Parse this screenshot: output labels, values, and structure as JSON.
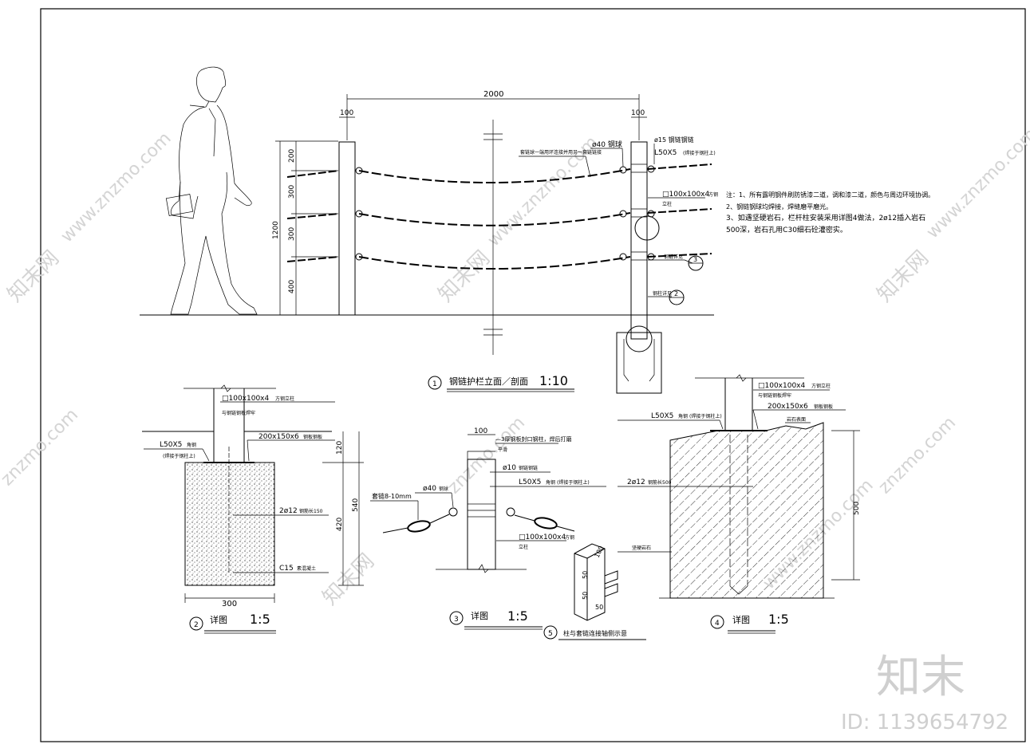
{
  "watermark": {
    "site_cn": "知末网",
    "site_url": "www.znzmo.com",
    "domain": "znzmo.com"
  },
  "brand": {
    "name": "知末",
    "id_text": "ID: 1139654792"
  },
  "elevation": {
    "dim_span": "2000",
    "dim_post_left": "100",
    "dim_post_right": "100",
    "dim_total": "1200",
    "dim_vertical": [
      "200",
      "300",
      "300",
      "400"
    ],
    "label_chain_note": "套链球一端用环连接并用另一套链链接",
    "label_phi40": "ø40 钢球",
    "label_phi15": "ø15 钢链钢链",
    "label_l50": "L50X5",
    "label_l50_note": "(焊接于钢柱上)",
    "label_post": "□100x100x4",
    "label_post_note": "方钢",
    "label_post_note2": "立柱",
    "label_callout3_note": "钢链详见",
    "label_callout2_note": "钢柱详见",
    "callout3": "3",
    "callout2": "2"
  },
  "notes": {
    "line1": "注：1、所有露明钢件刷防锈漆二道，调和漆二道，颜色与周边环境协调。",
    "line2": "2、钢链钢球均焊接，焊缝磨平磨光。",
    "line3": "3、如遇坚硬岩石，栏杆柱安装采用详图4做法，2ø12插入岩石",
    "line4": "500深，岩石孔用C30细石砼灌密实。"
  },
  "title_main": {
    "num": "1",
    "name": "钢链护栏立面／剖面",
    "scale": "1:10"
  },
  "detail2": {
    "num": "2",
    "name": "详图",
    "scale": "1:5",
    "label_post": "□100x100x4",
    "label_post_note": "方钢立柱",
    "label_post_note2": "与钢链钢板焊牢",
    "label_l50": "L50X5",
    "label_l50_note": "角钢",
    "label_l50_note2": "(焊接于钢柱上)",
    "label_plate": "200x150x6",
    "label_plate_note": "钢板钢板",
    "label_bar": "2ø12",
    "label_bar_note": "钢筋长150",
    "label_concrete": "C15",
    "label_concrete_note": "素混凝土",
    "dim_width": "300",
    "dim_top": "120",
    "dim_mid": "420",
    "dim_total": "540"
  },
  "detail3": {
    "num": "3",
    "name": "详图",
    "scale": "1:5",
    "dim_width": "100",
    "label_cap": "—3厚钢板封口钢柱，焊后打磨",
    "label_cap2": "平滑",
    "label_phi10": "ø10",
    "label_phi10_note": "钢链钢链",
    "label_l50": "L50X5",
    "label_l50_note": "角钢",
    "label_l50_note2": "(焊接于钢柱上)",
    "label_phi40": "ø40",
    "label_phi40_note": "钢球",
    "label_chain": "套链8-10mm",
    "label_post": "□100x100x4",
    "label_post_note": "方钢",
    "label_post_note2": "立柱"
  },
  "detail5": {
    "num": "5",
    "name": "柱与套链连接轴侧示意",
    "dim_a": "100",
    "dim_b": "50",
    "dim_c": "50",
    "dim_d": "50"
  },
  "detail4": {
    "num": "4",
    "name": "详图",
    "scale": "1:5",
    "label_post": "□100x100x4",
    "label_post_note": "方钢立柱",
    "label_post_note2": "与钢链钢板焊牢",
    "label_l50": "L50X5",
    "label_l50_note": "角钢",
    "label_l50_note2": "(焊接于钢柱上)",
    "label_plate": "200x150x6",
    "label_plate_note": "钢板钢板",
    "label_rock_surface": "岩石表面",
    "label_bar": "2ø12",
    "label_bar_note": "钢筋长500",
    "label_rock": "坚硬岩石",
    "dim_depth": "500"
  }
}
